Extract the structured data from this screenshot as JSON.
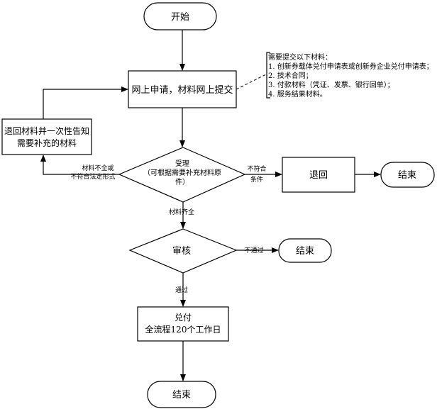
{
  "nodes": {
    "start": "开始",
    "apply": "网上申请，材料网上提交",
    "return_notice_line1": "退回材料并一次性告知",
    "return_notice_line2": "需要补充的材料",
    "accept_line1": "受理",
    "accept_line2": "（可根据需要补充材料原",
    "accept_line3": "件）",
    "reject": "退回",
    "end_reject": "结束",
    "review": "审核",
    "end_review": "结束",
    "pay_line1": "兑付",
    "pay_line2": "全流程120个工作日",
    "end_final": "结束"
  },
  "edges": {
    "incomplete_line1": "材料不全或",
    "incomplete_line2": "不符合法定形式",
    "not_qualified_line1": "不符合",
    "not_qualified_line2": "条件",
    "complete": "材料齐全",
    "not_passed": "不通过",
    "passed": "通过"
  },
  "note": {
    "title": "需要提交以下材料：",
    "items": [
      "1. 创新券载体兑付申请表或创新券企业兑付申请表；",
      "2. 技术合同；",
      "3. 付款材料（凭证、发票、银行回单）；",
      "4. 服务结果材料。"
    ]
  }
}
